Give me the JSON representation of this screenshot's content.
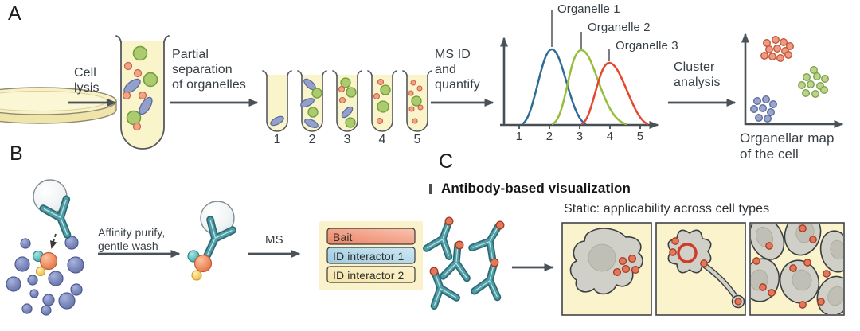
{
  "figure": {
    "panel_a": {
      "label": "A",
      "step_cell_lysis": "Cell\nlysis",
      "step_partial_separation": "Partial\nseparation\nof organelles",
      "fraction_labels": [
        "1",
        "2",
        "3",
        "4",
        "5"
      ],
      "step_ms_id": "MS ID\nand\nquantify",
      "profile_plot": {
        "curve_labels": [
          "Organelle 1",
          "Organelle 2",
          "Organelle 3"
        ],
        "x_ticks": [
          "1",
          "2",
          "3",
          "4",
          "5"
        ]
      },
      "step_cluster_analysis": "Cluster\nanalysis",
      "map_caption": "Organellar map\nof the cell"
    },
    "panel_b": {
      "label": "B",
      "step_affinity": "Affinity purify,\ngentle wash",
      "step_ms": "MS",
      "legend": {
        "bait": "Bait",
        "interactor1": "ID interactor 1",
        "interactor2": "ID interactor 2"
      }
    },
    "panel_c": {
      "label": "C",
      "heading": "Antibody-based visualization",
      "static_caption": "Static: applicability across cell types"
    }
  },
  "colors": {
    "background": "#ffffff",
    "arrow": "#4a5258",
    "text": "#373f45",
    "tube_fill": "#faf4ca",
    "organelle_green": "#abcb6e",
    "organelle_orange": "#f2a488",
    "organelle_blue": "#93a0ca",
    "curve_blue": "#2d6c94",
    "curve_green": "#97be3b",
    "curve_red": "#e4472f",
    "antibody_teal": "#4f9da6",
    "bead_white": "#f0f3f4",
    "bait_salmon": "#ec8a6a",
    "interactor1_blue": "#9ecbe0",
    "interactor2_cream": "#f6e8b0",
    "panel_bg": "#faf3cb",
    "cell_gray": "#d0d0c8",
    "label_dot_red": "#e2775c"
  },
  "chart_data": [
    {
      "type": "line",
      "title": "Organelle abundance profiles across fractions (MS ID and quantify)",
      "x_ticks": [
        1,
        2,
        3,
        4,
        5
      ],
      "series": [
        {
          "name": "Organelle 1",
          "color": "#2d6c94",
          "peak_x": 2,
          "approx_points": [
            [
              1.1,
              0
            ],
            [
              1.5,
              0.4
            ],
            [
              2,
              1.0
            ],
            [
              2.5,
              0.4
            ],
            [
              3.1,
              0
            ]
          ]
        },
        {
          "name": "Organelle 2",
          "color": "#97be3b",
          "peak_x": 3,
          "approx_points": [
            [
              2.1,
              0
            ],
            [
              2.5,
              0.4
            ],
            [
              3,
              1.0
            ],
            [
              3.6,
              0.4
            ],
            [
              4.5,
              0
            ]
          ]
        },
        {
          "name": "Organelle 3",
          "color": "#e4472f",
          "peak_x": 4,
          "approx_points": [
            [
              3.1,
              0
            ],
            [
              3.5,
              0.4
            ],
            [
              4,
              0.82
            ],
            [
              4.5,
              0.4
            ],
            [
              5.2,
              0
            ]
          ]
        }
      ],
      "ylim": [
        0,
        1
      ],
      "grid": false,
      "legend_position": "labels with leader lines to curve peaks"
    },
    {
      "type": "scatter",
      "title": "Organellar map of the cell",
      "clusters": [
        {
          "name": "red cluster (Organelle 3)",
          "color": "#ee9b82",
          "n_points": 11,
          "center_rel": [
            0.35,
            0.82
          ]
        },
        {
          "name": "green cluster (Organelle 2)",
          "color": "#bcd489",
          "n_points": 10,
          "center_rel": [
            0.68,
            0.45
          ]
        },
        {
          "name": "blue cluster (Organelle 1)",
          "color": "#9aa6cb",
          "n_points": 8,
          "center_rel": [
            0.2,
            0.17
          ]
        }
      ],
      "axes": "unlabeled arrows"
    }
  ]
}
